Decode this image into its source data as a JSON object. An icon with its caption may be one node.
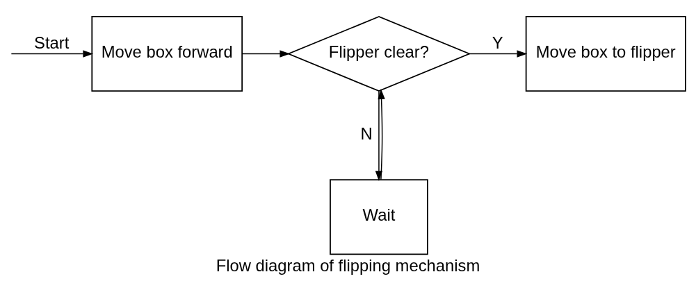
{
  "diagram": {
    "caption": "Flow diagram of flipping mechanism",
    "nodes": [
      {
        "text": [
          "Move box forward"
        ]
      },
      {
        "text": [
          "Flipper clear?"
        ]
      },
      {
        "text": [
          "Move box to flipper"
        ]
      },
      {
        "text": [
          "Wait"
        ]
      }
    ],
    "edges": [
      {
        "from": null,
        "to": 0,
        "arrow": "to",
        "label": "Start"
      },
      {
        "from": 0,
        "to": 1,
        "arrow": "to"
      },
      {
        "from": 1,
        "to": 2,
        "arrow": "to",
        "label": "Y"
      },
      {
        "from": 1,
        "to": 3,
        "arrow": "to",
        "label": "N"
      },
      {
        "from": 3,
        "to": 1,
        "arrow": "to"
      }
    ]
  }
}
